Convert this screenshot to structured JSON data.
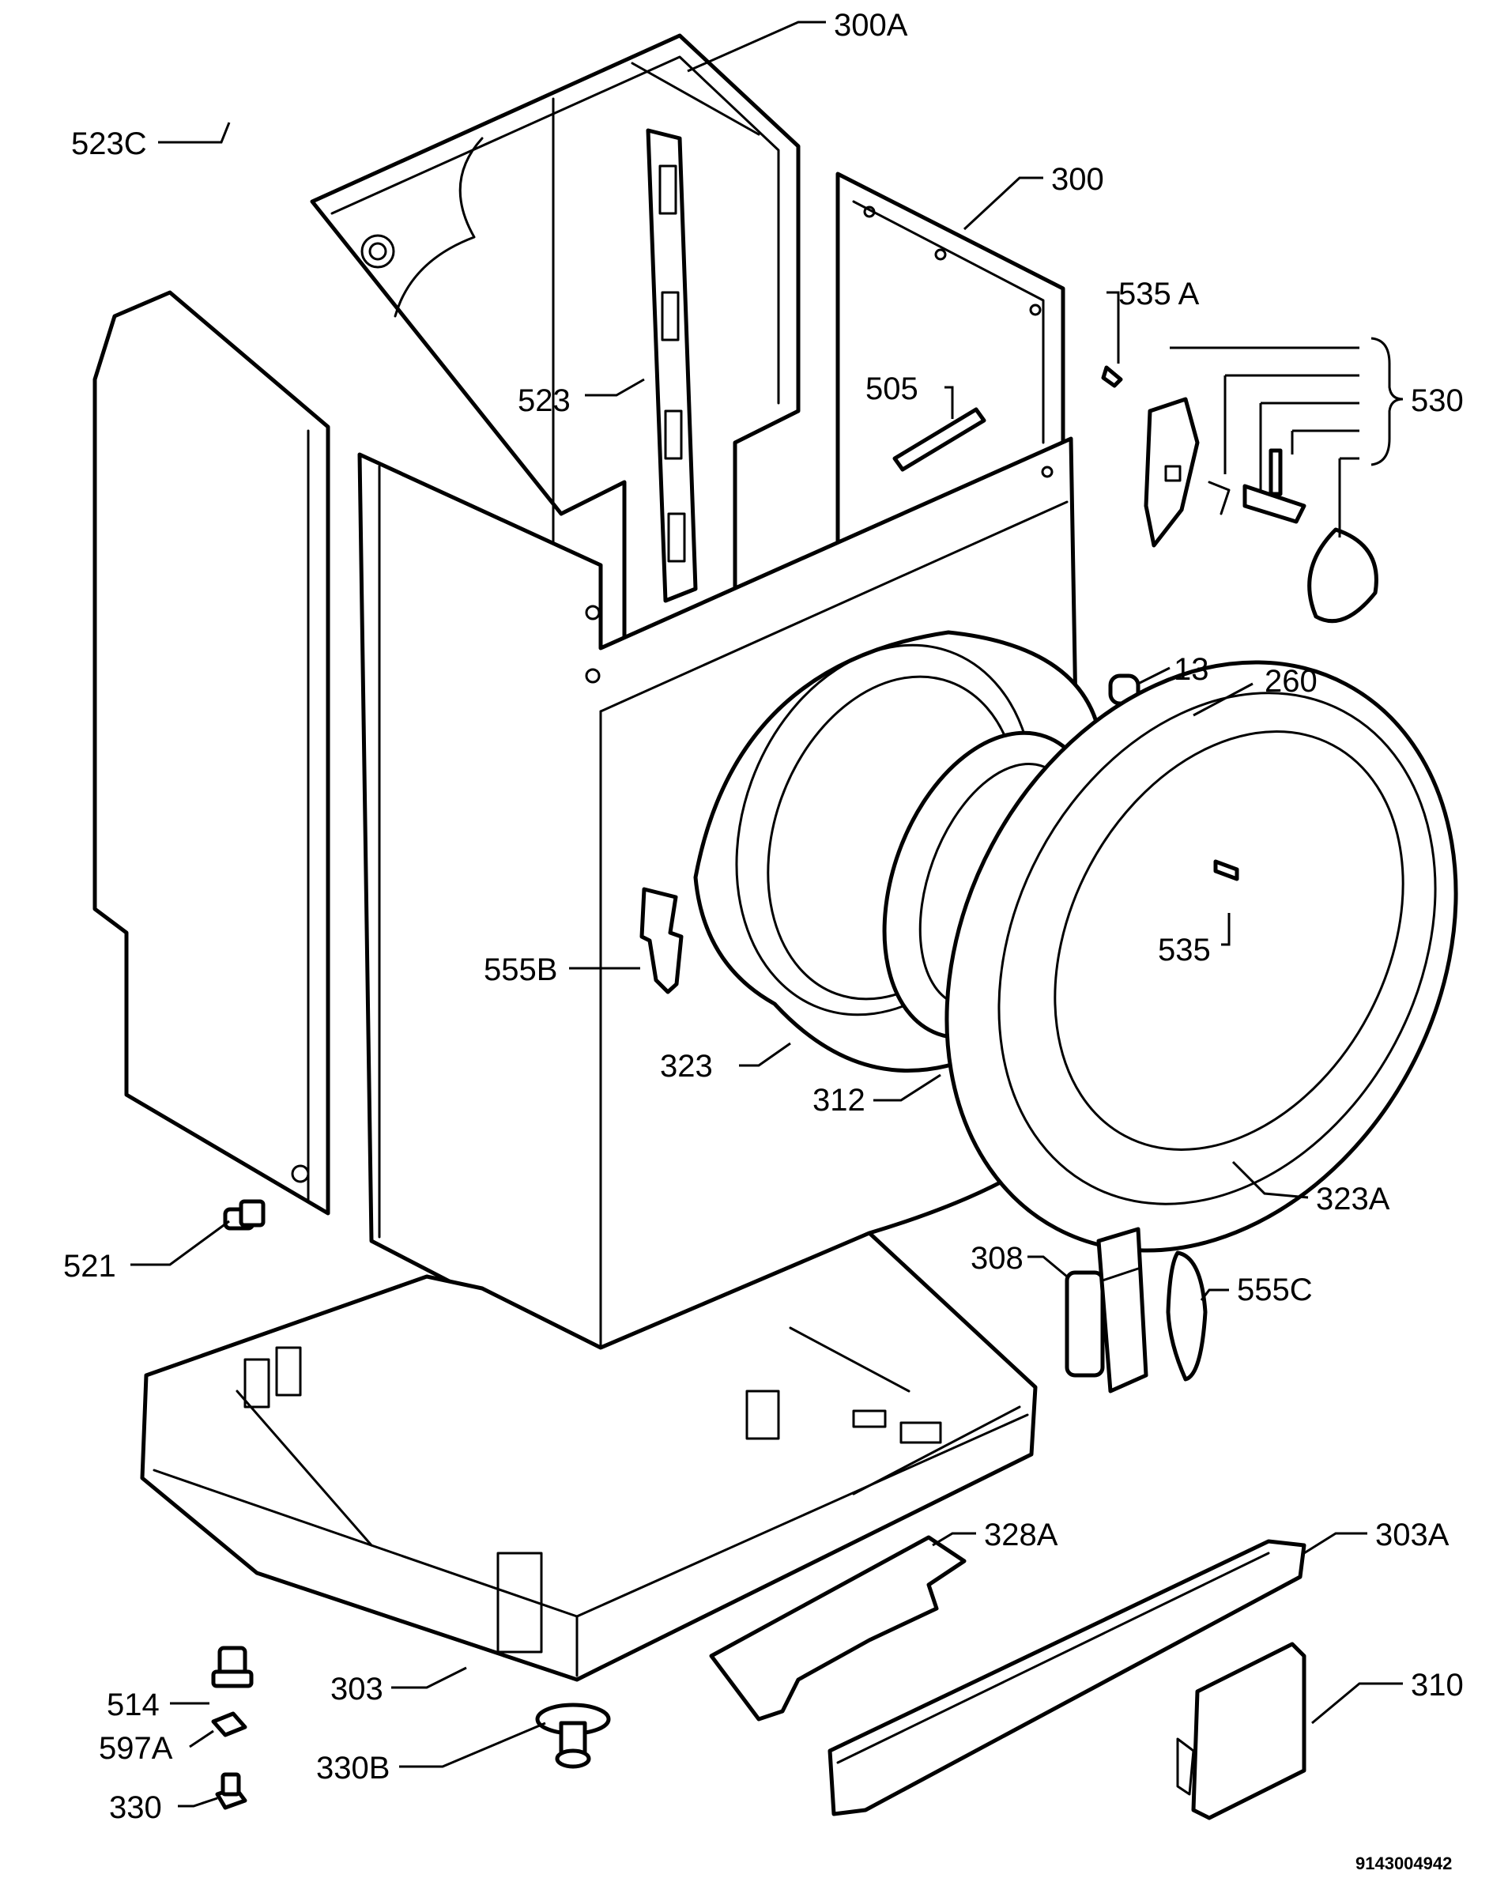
{
  "diagram": {
    "drawing_number": "9143004942",
    "callouts": [
      {
        "id": "c-523c",
        "text": "523C"
      },
      {
        "id": "c-300a",
        "text": "300A"
      },
      {
        "id": "c-300",
        "text": "300"
      },
      {
        "id": "c-535a",
        "text": "535 A"
      },
      {
        "id": "c-530",
        "text": "530"
      },
      {
        "id": "c-523",
        "text": "523"
      },
      {
        "id": "c-505",
        "text": "505"
      },
      {
        "id": "c-13",
        "text": "13"
      },
      {
        "id": "c-260",
        "text": "260"
      },
      {
        "id": "c-555b",
        "text": "555B"
      },
      {
        "id": "c-535",
        "text": "535"
      },
      {
        "id": "c-323",
        "text": "323"
      },
      {
        "id": "c-312",
        "text": "312"
      },
      {
        "id": "c-323a",
        "text": "323A"
      },
      {
        "id": "c-521",
        "text": "521"
      },
      {
        "id": "c-308",
        "text": "308"
      },
      {
        "id": "c-555c",
        "text": "555C"
      },
      {
        "id": "c-328a",
        "text": "328A"
      },
      {
        "id": "c-303a",
        "text": "303A"
      },
      {
        "id": "c-310",
        "text": "310"
      },
      {
        "id": "c-303",
        "text": "303"
      },
      {
        "id": "c-514",
        "text": "514"
      },
      {
        "id": "c-597a",
        "text": "597A"
      },
      {
        "id": "c-330b",
        "text": "330B"
      },
      {
        "id": "c-330",
        "text": "330"
      }
    ]
  }
}
